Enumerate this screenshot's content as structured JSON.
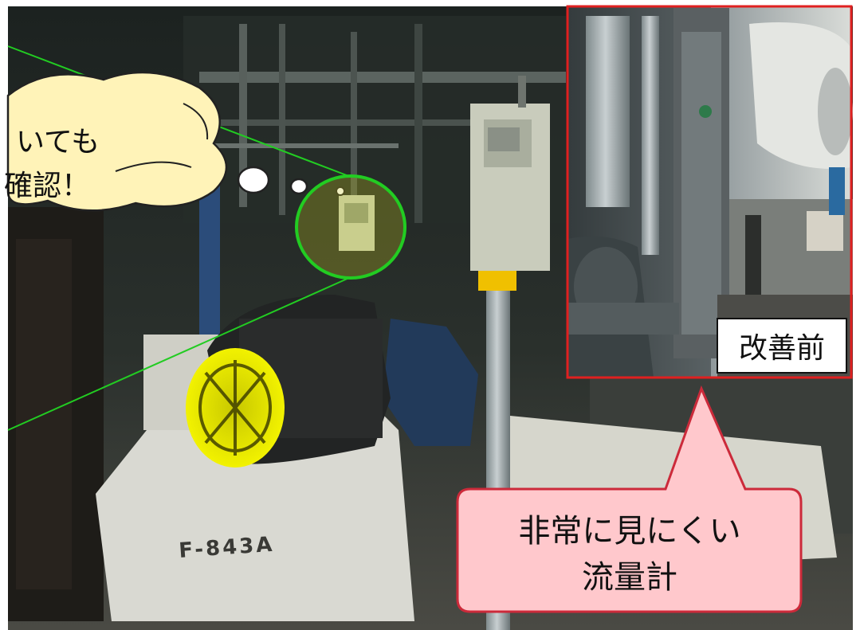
{
  "thought_cloud": {
    "line1": "いても",
    "line2": "確認！"
  },
  "inset": {
    "label": "改善前"
  },
  "callout": {
    "line1": "非常に見にくい",
    "line2": "流量計"
  },
  "equipment": {
    "pump_tag": "F-843A"
  },
  "colors": {
    "highlight_circle": "#22cc22",
    "pointer_lines": "#22cc22",
    "inset_border": "#e02020",
    "callout_fill": "#ffc8cc",
    "callout_border": "#cc2a3a",
    "cloud_fill": "#fff3b8",
    "motor_fan": "#e6e600"
  }
}
